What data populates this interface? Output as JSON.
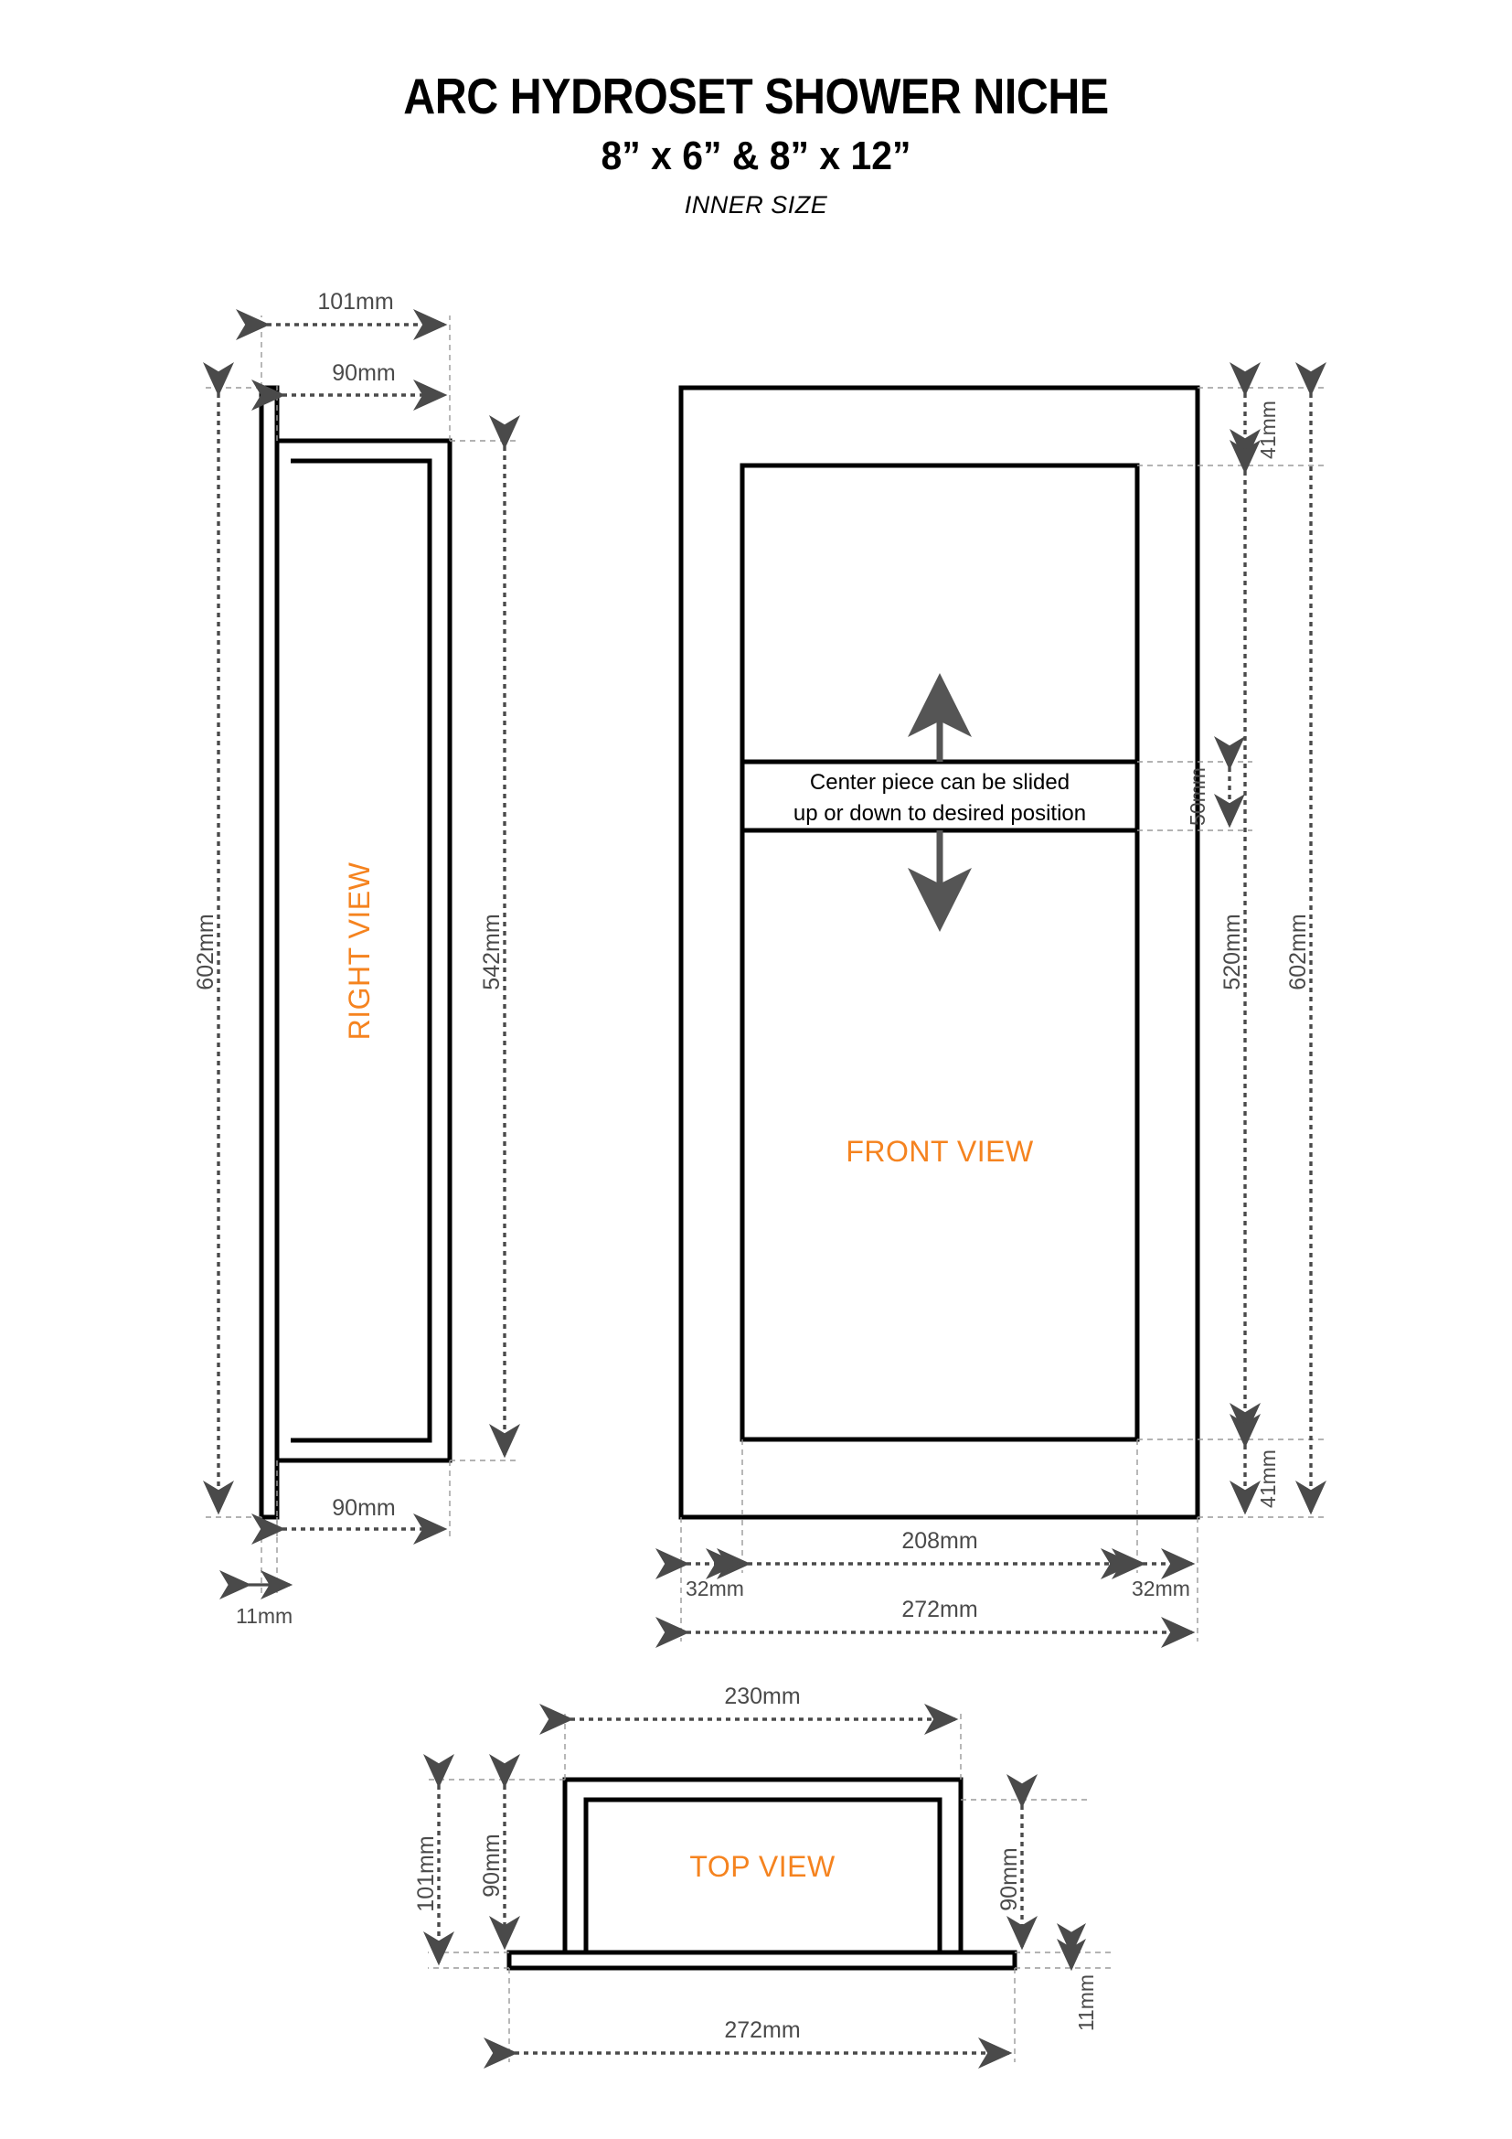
{
  "title": {
    "main": "ARC HYDROSET SHOWER NICHE",
    "sub": "8” x 6” & 8” x 12”",
    "inner": "INNER SIZE"
  },
  "colors": {
    "accent": "#F5831F",
    "dimension": "#4a4a4a",
    "outline": "#000000",
    "background": "#ffffff"
  },
  "views": {
    "right": {
      "label": "RIGHT VIEW"
    },
    "front": {
      "label": "FRONT VIEW"
    },
    "top": {
      "label": "TOP VIEW"
    }
  },
  "notes": {
    "center_piece_line1": "Center piece can be slided",
    "center_piece_line2": "up or down to desired position"
  },
  "dimensions": {
    "right_view": {
      "overall_depth": "101mm",
      "box_depth_top": "90mm",
      "box_depth_bottom": "90mm",
      "overall_height": "602mm",
      "inner_height": "542mm",
      "flange_thickness": "11mm"
    },
    "front_view": {
      "top_border": "41mm",
      "bottom_border": "41mm",
      "center_piece_height": "50mm",
      "inner_height": "520mm",
      "overall_height": "602mm",
      "inner_width": "208mm",
      "left_border": "32mm",
      "right_border": "32mm",
      "overall_width": "272mm"
    },
    "top_view": {
      "inner_width": "230mm",
      "overall_depth": "101mm",
      "box_depth_left": "90mm",
      "box_depth_right": "90mm",
      "flange_thickness": "11mm",
      "overall_width": "272mm"
    }
  }
}
